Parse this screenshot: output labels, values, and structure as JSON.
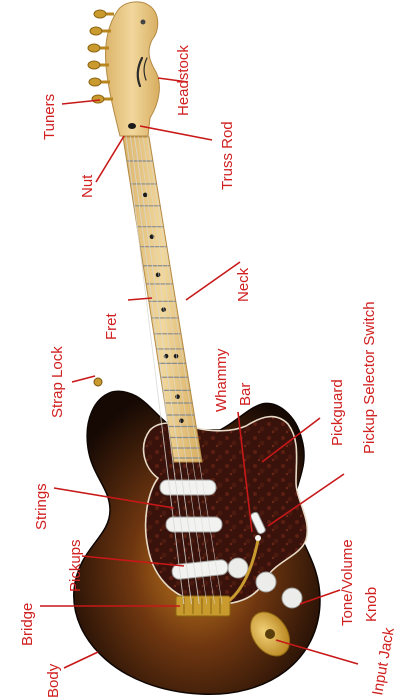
{
  "colors": {
    "label": "#d02020",
    "leader": "#c81818",
    "maple": "#e9c989",
    "fret": "#8a8a8a",
    "gold": "#c99a2e",
    "pickguard": "#3a120c",
    "pickup": "#f2f2f0",
    "knob": "#ececea",
    "burst_center": "#c07a1c",
    "burst_mid": "#6e3610",
    "burst_edge": "#160904"
  },
  "labels": {
    "headstock": "Headstock",
    "tuners": "Tuners",
    "truss_rod": "Truss Rod",
    "nut": "Nut",
    "neck": "Neck",
    "fret": "Fret",
    "strap_lock": "Strap Lock",
    "whammy_bar_1": "Whammy",
    "whammy_bar_2": "Bar",
    "pickguard": "Pickguard",
    "pickup_selector_switch": "Pickup Selector Switch",
    "strings": "Strings",
    "pickups": "Pickups",
    "tone_volume_knob_1": "Tone/Volume",
    "tone_volume_knob_2": "Knob",
    "bridge": "Bridge",
    "input_jack": "Input Jack",
    "body": "Body"
  },
  "icons": {
    "headstock_logo": "fender-logo-icon"
  }
}
